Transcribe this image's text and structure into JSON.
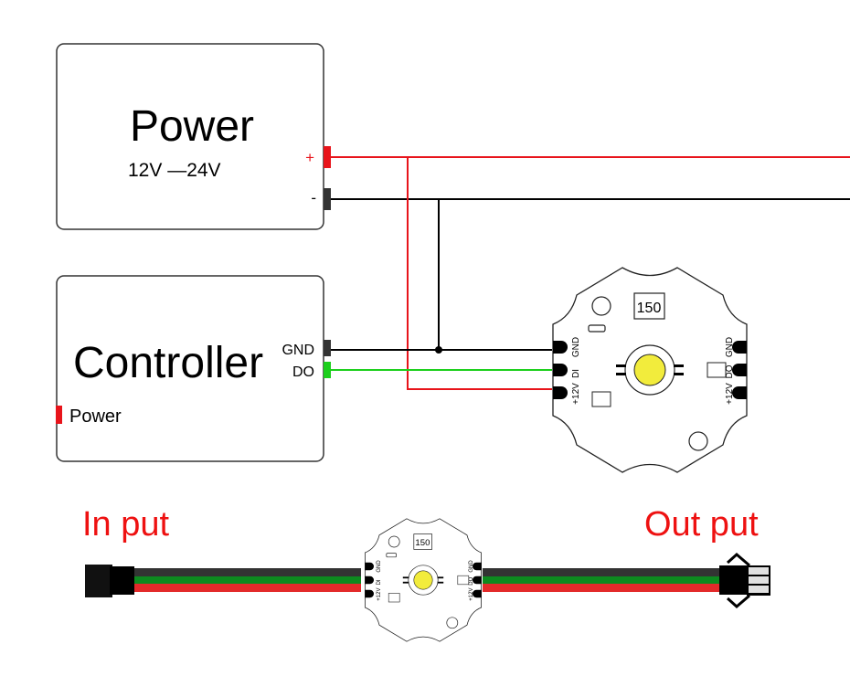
{
  "power_supply": {
    "title": "Power",
    "voltage_range": "12V —24V",
    "terminal_positive": "+",
    "terminal_negative": "-"
  },
  "controller": {
    "title": "Controller",
    "port_gnd": "GND",
    "port_do": "DO",
    "power_label": "Power"
  },
  "led_module": {
    "marking": "150",
    "input_pins": [
      "GND",
      "DI",
      "+12V"
    ],
    "output_pins": [
      "GND",
      "DO",
      "+12V"
    ]
  },
  "cable_demo": {
    "input_label": "In put",
    "output_label": "Out put",
    "module_marking": "150",
    "input_pins": [
      "GND",
      "DI",
      "+12V"
    ],
    "output_pins": [
      "GND",
      "DO",
      "+12V"
    ]
  },
  "colors": {
    "positive_wire": "#e8141b",
    "negative_wire": "#000000",
    "data_wire": "#1ccf1c",
    "led_yellow": "#f2ec3c",
    "label_red": "#ee1111",
    "cable_black": "#333333",
    "cable_green": "#0d8a1f",
    "cable_red": "#e32a2a"
  }
}
